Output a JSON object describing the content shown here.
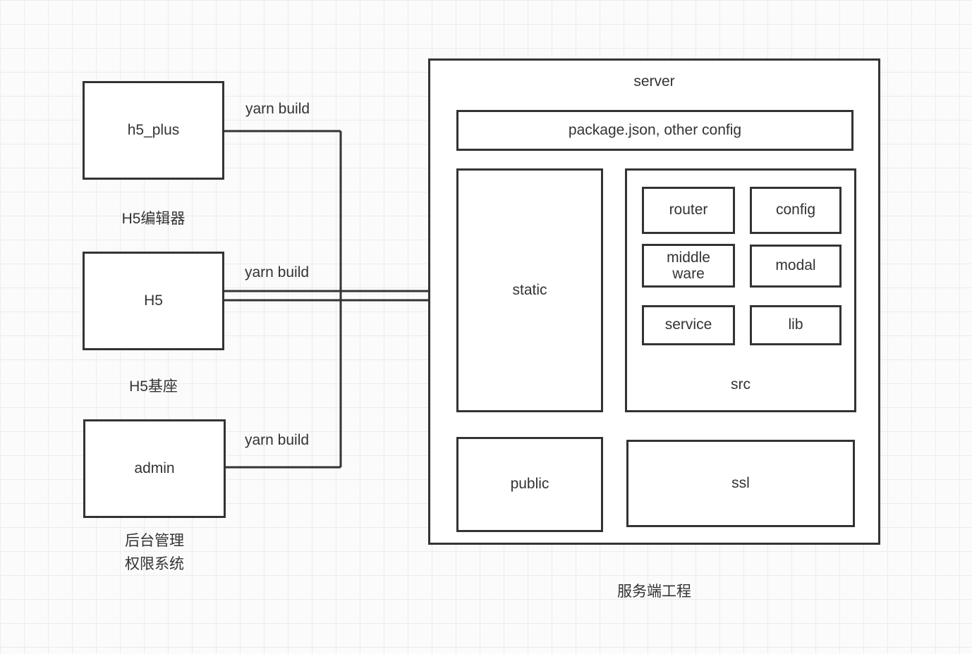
{
  "nodes": {
    "h5_plus": "h5_plus",
    "h5_plus_caption": "H5编辑器",
    "h5": "H5",
    "h5_caption": "H5基座",
    "admin": "admin",
    "admin_caption_line1": "后台管理",
    "admin_caption_line2": "权限系统",
    "server_title": "server",
    "package_json": "package.json, other config",
    "static": "static",
    "router": "router",
    "config": "config",
    "middleware_line1": "middle",
    "middleware_line2": "ware",
    "modal": "modal",
    "service": "service",
    "lib": "lib",
    "src_label": "src",
    "public": "public",
    "ssl": "ssl",
    "server_caption": "服务端工程"
  },
  "edges": {
    "yarn_build_1": "yarn build",
    "yarn_build_2": "yarn build",
    "yarn_build_3": "yarn build"
  },
  "colors": {
    "stroke": "#333333",
    "box_fill": "#ffffff",
    "grid_line": "#ececec",
    "background": "#fbfbfb"
  }
}
